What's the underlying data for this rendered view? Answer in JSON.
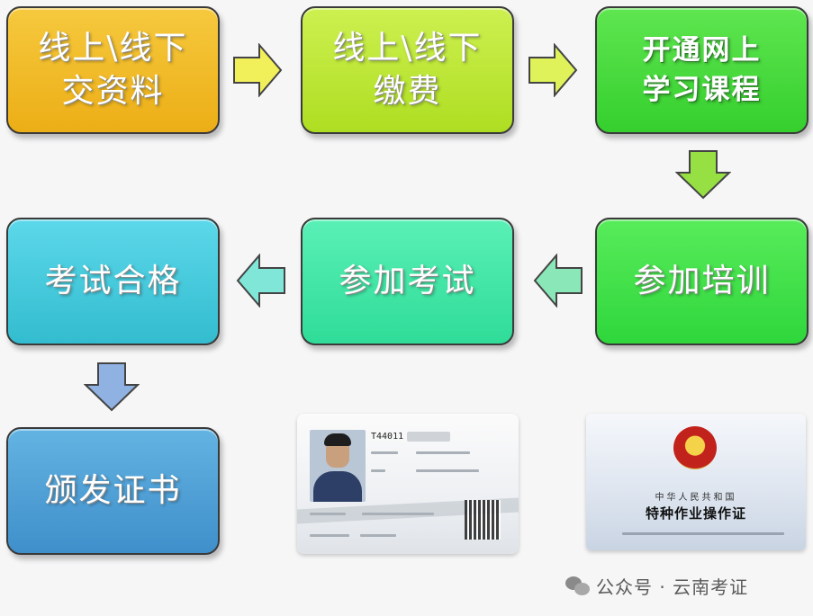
{
  "steps": [
    {
      "label_1": "线上\\线下",
      "label_2": "交资料"
    },
    {
      "label_1": "线上\\线下",
      "label_2": "缴费"
    },
    {
      "label_1": "开通网上",
      "label_2": "学习课程"
    },
    {
      "label_1": "参加培训"
    },
    {
      "label_1": "参加考试"
    },
    {
      "label_1": "考试合格"
    },
    {
      "label_1": "颁发证书"
    }
  ],
  "colors": {
    "step1": "#f0b723",
    "step2": "#b9e62f",
    "step3": "#48d93f",
    "step4": "#3fe04a",
    "step5": "#3fe6a8",
    "step6": "#45c9dd",
    "step7": "#4aa1d6",
    "arrow_right": "#f2f05a",
    "arrow_down": "#96e043",
    "arrow_left": "#7fe6d8",
    "arrow_down_blue": "#8fb2e3"
  },
  "id_card": {
    "number": "T44011"
  },
  "certificate": {
    "country": "中华人民共和国",
    "title": "特种作业操作证"
  },
  "watermark": {
    "text": "公众号 · 云南考证"
  }
}
